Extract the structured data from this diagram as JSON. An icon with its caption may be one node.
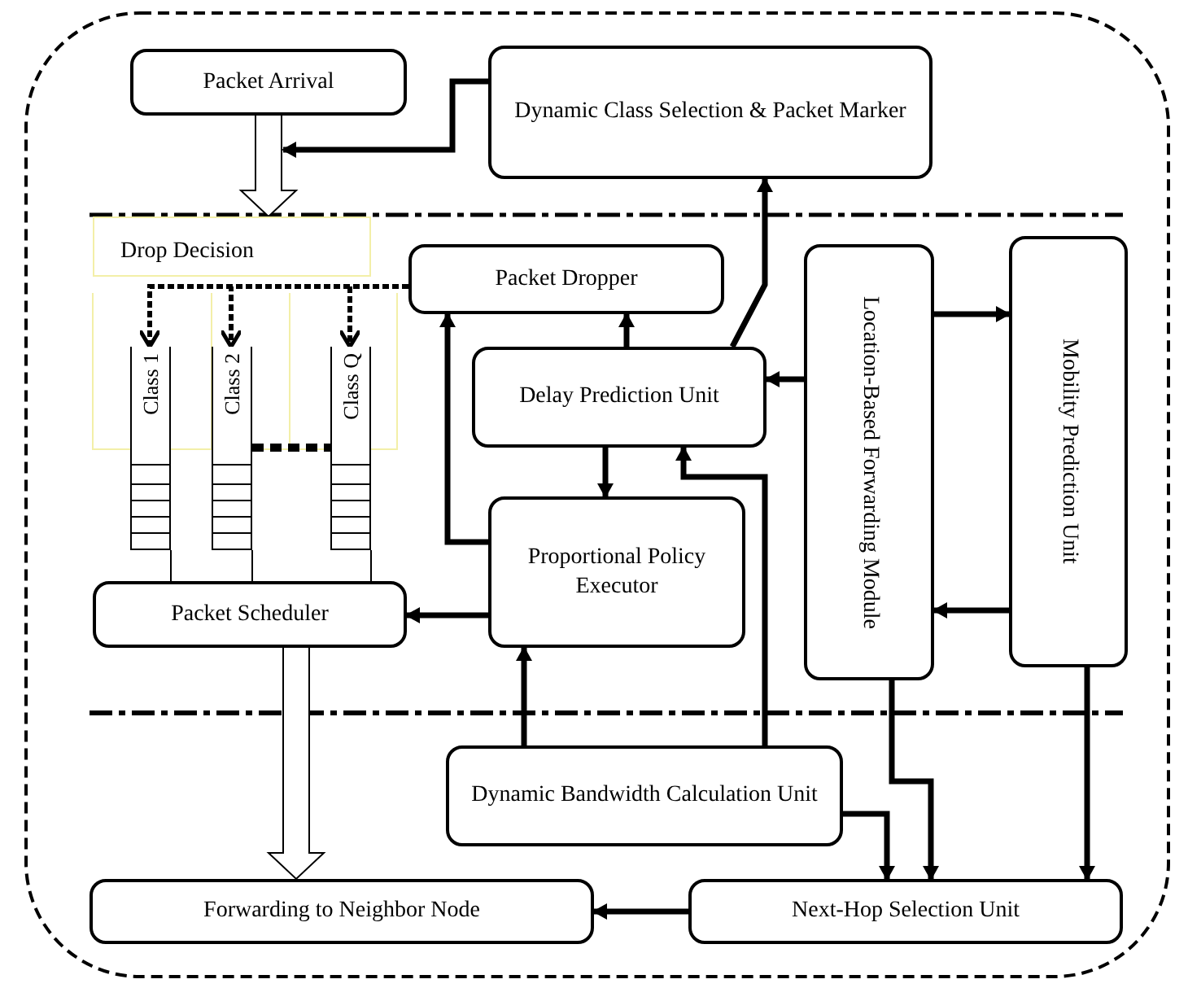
{
  "diagram": {
    "nodes": [
      {
        "text": [
          "Packet Arrival"
        ]
      },
      {
        "text": [
          "Dynamic Class Selection & Packet Marker"
        ]
      },
      {
        "text": [
          "Drop Decision"
        ]
      },
      {
        "text": [
          "Packet Dropper"
        ]
      },
      {
        "text": [
          "Delay Prediction Unit"
        ]
      },
      {
        "text": [
          "Location-Based Forwarding Module"
        ]
      },
      {
        "text": [
          "Mobility Prediction Unit"
        ]
      },
      {
        "text": [
          "Class 1"
        ]
      },
      {
        "text": [
          "Class 2"
        ]
      },
      {
        "text": [
          "Class Q"
        ]
      },
      {
        "text": [
          "Proportional Policy Executor"
        ]
      },
      {
        "text": [
          "Packet Scheduler"
        ]
      },
      {
        "text": [
          "Dynamic Bandwidth Calculation Unit"
        ]
      },
      {
        "text": [
          "Forwarding to Neighbor Node"
        ]
      },
      {
        "text": [
          "Next-Hop Selection Unit"
        ]
      }
    ],
    "edges": [
      {
        "from": 0,
        "to": 2,
        "arrow": "to"
      },
      {
        "from": 1,
        "to": 0,
        "arrow": "to"
      },
      {
        "from": 3,
        "to": 7,
        "arrow": "to",
        "style": "dashed"
      },
      {
        "from": 3,
        "to": 8,
        "arrow": "to",
        "style": "dashed"
      },
      {
        "from": 3,
        "to": 9,
        "arrow": "to",
        "style": "dashed"
      },
      {
        "from": 4,
        "to": 3,
        "arrow": "to"
      },
      {
        "from": 4,
        "to": 1,
        "arrow": "to"
      },
      {
        "from": 5,
        "to": 4,
        "arrow": "to"
      },
      {
        "from": 5,
        "to": 6,
        "arrow": "to"
      },
      {
        "from": 6,
        "to": 5,
        "arrow": "to"
      },
      {
        "from": 4,
        "to": 10,
        "arrow": "to"
      },
      {
        "from": 10,
        "to": 3,
        "arrow": "to"
      },
      {
        "from": 10,
        "to": 11,
        "arrow": "to"
      },
      {
        "from": 12,
        "to": 10,
        "arrow": "to"
      },
      {
        "from": 12,
        "to": 4,
        "arrow": "to"
      },
      {
        "from": 12,
        "to": 14,
        "arrow": "to"
      },
      {
        "from": 5,
        "to": 14,
        "arrow": "to"
      },
      {
        "from": 6,
        "to": 14,
        "arrow": "to"
      },
      {
        "from": 14,
        "to": 13,
        "arrow": "to"
      },
      {
        "from": 11,
        "to": 13,
        "arrow": "to"
      },
      {
        "from": 7,
        "to": 11,
        "arrow": "none"
      },
      {
        "from": 8,
        "to": 11,
        "arrow": "none"
      },
      {
        "from": 9,
        "to": 11,
        "arrow": "none"
      }
    ]
  }
}
